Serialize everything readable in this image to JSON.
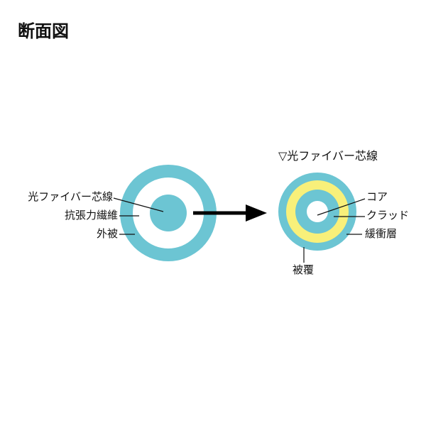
{
  "title": "断面図",
  "colors": {
    "cyan": "#6CC5D3",
    "yellow": "#F8F07A",
    "white": "#FFFFFF",
    "line": "#111111",
    "arrow": "#000000"
  },
  "left_cable": {
    "labels": {
      "core": "光ファイバー芯線",
      "strength": "抗張力繊維",
      "sheath": "外被"
    }
  },
  "right_fiber": {
    "heading": "▽光ファイバー芯線",
    "labels": {
      "core": "コア",
      "clad": "クラッド",
      "buffer": "緩衝層",
      "coating": "被覆"
    }
  }
}
